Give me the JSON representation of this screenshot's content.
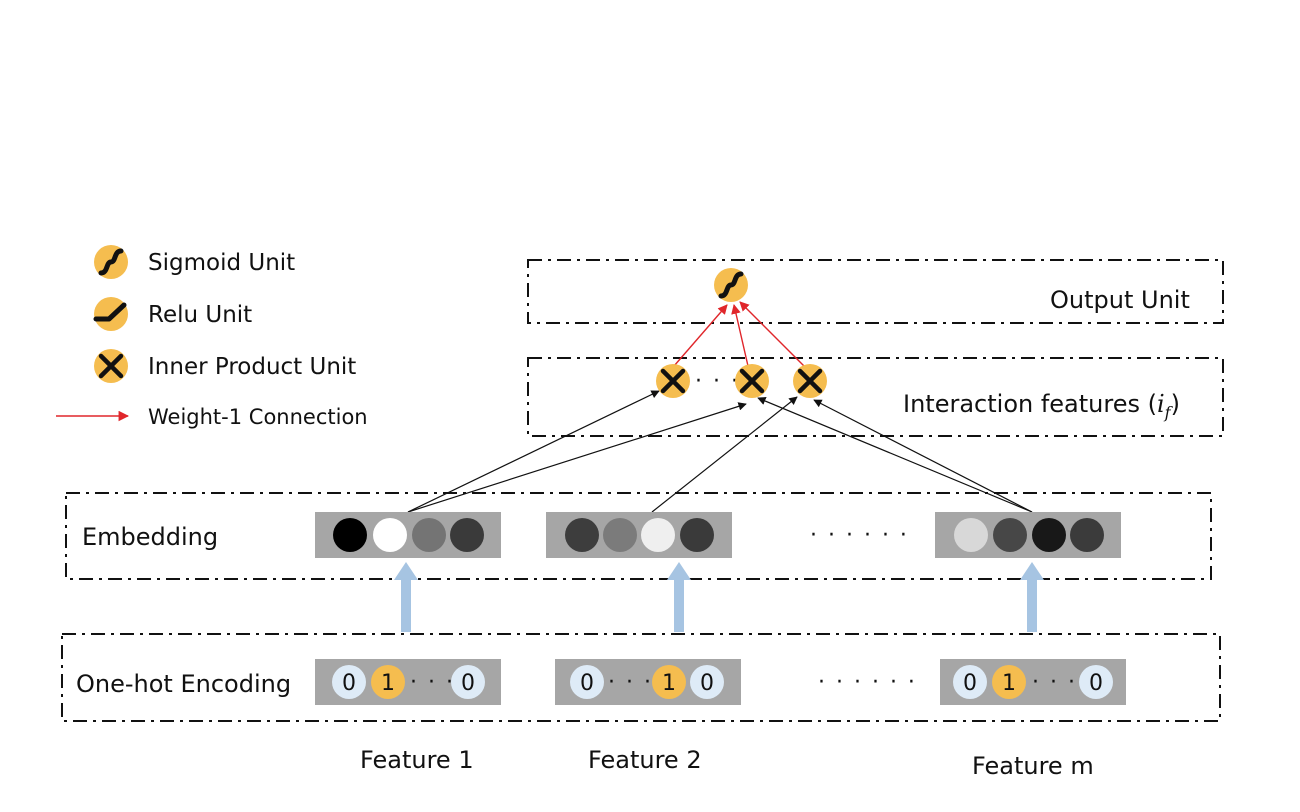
{
  "legend": {
    "sigmoid": "Sigmoid Unit",
    "relu": "Relu Unit",
    "inner_product": "Inner Product Unit",
    "weight_connection": "Weight-1 Connection"
  },
  "layers": {
    "output": "Output Unit",
    "interaction": "Interaction features (",
    "interaction_symbol": "i",
    "interaction_subscript": "f",
    "interaction_close": ")",
    "embedding": "Embedding",
    "onehot": "One-hot Encoding"
  },
  "features": [
    "Feature 1",
    "Feature 2",
    "Feature m"
  ],
  "ellipsis": "· · · · · ·",
  "inner_ellipsis": "· · ·",
  "onehot_bits": {
    "f1": [
      "0",
      "1",
      "0"
    ],
    "f2": [
      "0",
      "1",
      "0"
    ],
    "fm": [
      "0",
      "1",
      "0"
    ]
  },
  "colors": {
    "unit_orange": "#f5bd4f",
    "weight_arrow": "#e0262b",
    "input_arrow": "#a6c4e2",
    "embed_bar": "#a6a6a6",
    "zero_bit": "#deebf7",
    "one_bit": "#f5bd4f"
  }
}
